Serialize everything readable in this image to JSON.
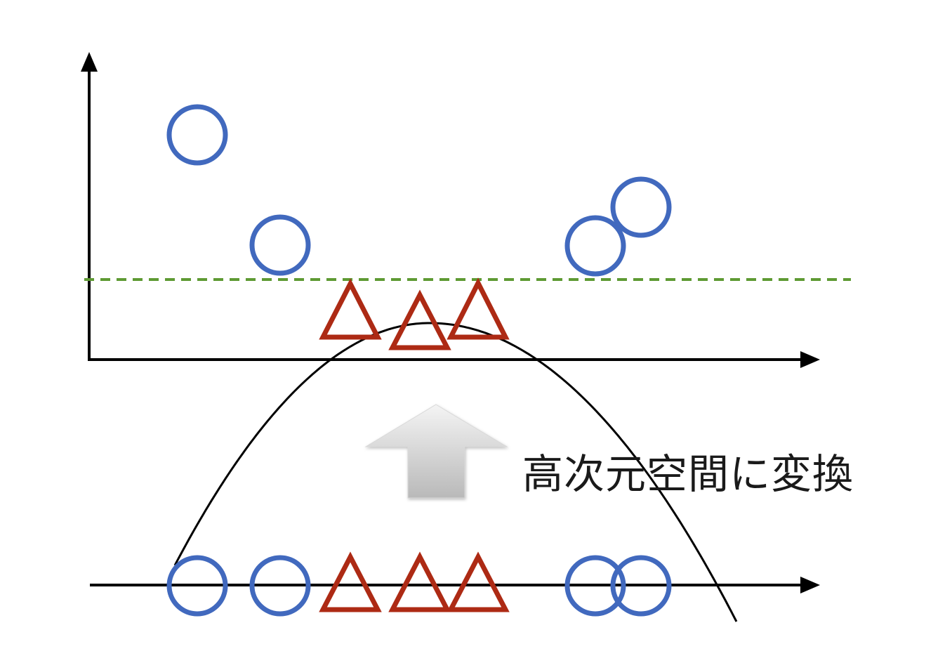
{
  "caption": "高次元空間に変換",
  "colors": {
    "circle": "#4169be",
    "triangle": "#ad2a14",
    "threshold": "#5e9a33",
    "axis": "#000000",
    "curve": "#000000"
  },
  "icons": {
    "transform_arrow": "up-arrow-icon",
    "circle_marker": "circle-icon",
    "triangle_marker": "triangle-icon"
  },
  "chart_data": {
    "type": "diagram",
    "original_1d": {
      "classes": [
        "circle",
        "circle",
        "triangle",
        "triangle",
        "triangle",
        "circle",
        "circle"
      ]
    },
    "transformed_2d": {
      "classes": [
        "circle",
        "circle",
        "triangle",
        "triangle",
        "triangle",
        "circle",
        "circle"
      ],
      "curve": "parabola",
      "threshold_line": "dashed-horizontal"
    }
  }
}
